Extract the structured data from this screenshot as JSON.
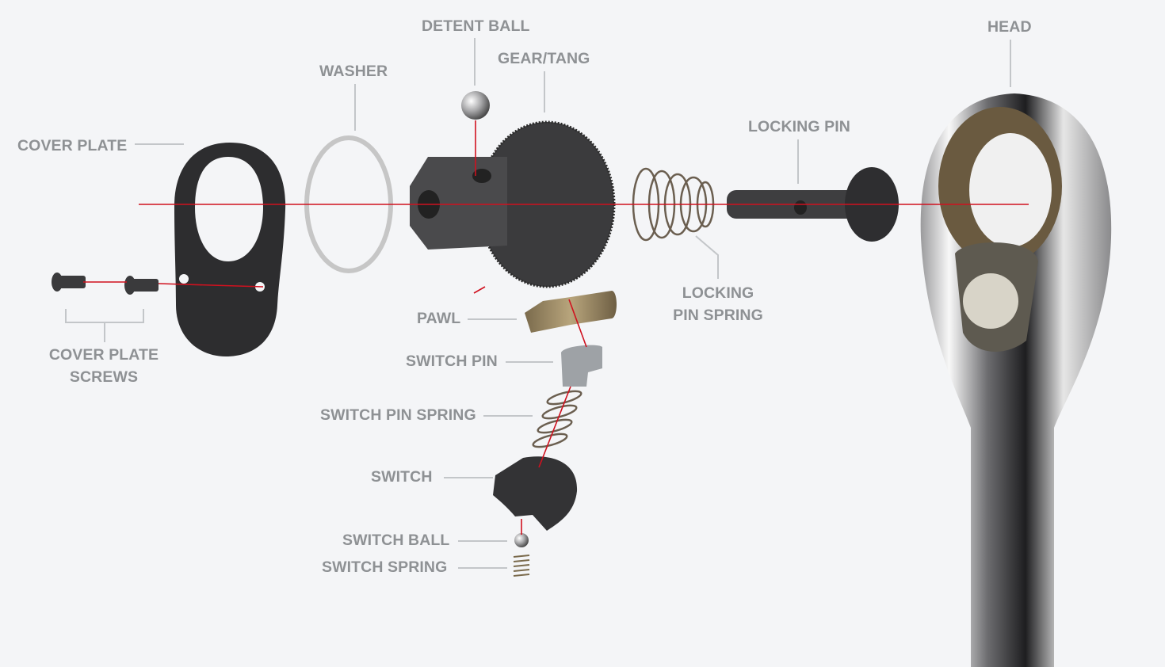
{
  "colors": {
    "background": "#f4f5f7",
    "label": "#8e9194",
    "axis_line": "#d0111f",
    "leader": "#c3c6c9"
  },
  "labels": {
    "detent_ball": "DETENT BALL",
    "gear_tang": "GEAR/TANG",
    "washer": "WASHER",
    "head": "HEAD",
    "cover_plate": "COVER PLATE",
    "locking_pin": "LOCKING PIN",
    "locking_pin_spring_1": "LOCKING",
    "locking_pin_spring_2": "PIN SPRING",
    "pawl": "PAWL",
    "switch_pin": "SWITCH PIN",
    "switch_pin_spring": "SWITCH PIN SPRING",
    "switch": "SWITCH",
    "switch_ball": "SWITCH BALL",
    "switch_spring": "SWITCH SPRING",
    "cover_plate_screws_1": "COVER PLATE",
    "cover_plate_screws_2": "SCREWS"
  }
}
